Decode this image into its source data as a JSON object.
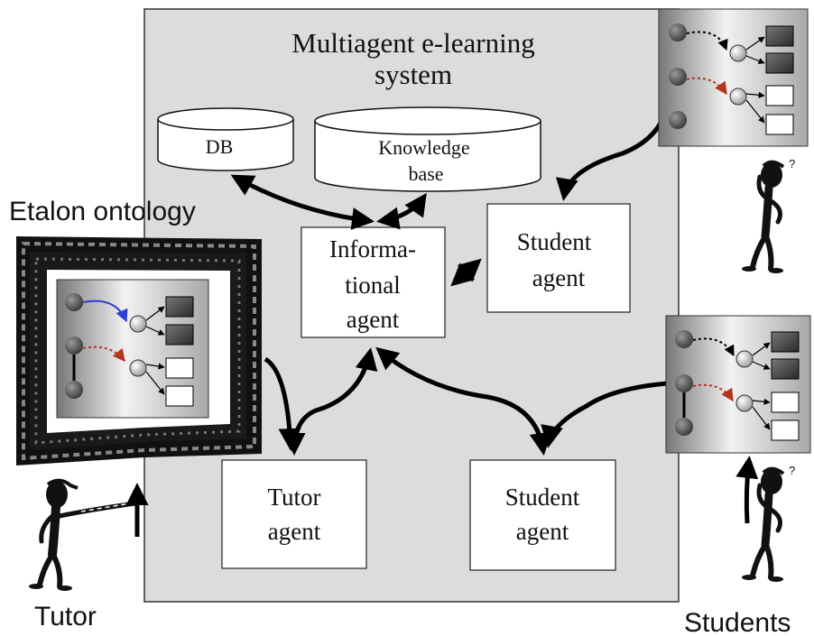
{
  "system": {
    "title_line1": "Multiagent e-learning",
    "title_line2": "system",
    "fill_color": "#dcdcdc"
  },
  "stores": {
    "db_label": "DB",
    "kb_line1": "Knowledge",
    "kb_line2": "base"
  },
  "agents": {
    "informational_lines": [
      "Informa-",
      "tional",
      "agent"
    ],
    "student_top_lines": [
      "Student",
      "agent"
    ],
    "tutor_lines": [
      "Tutor",
      "agent"
    ],
    "student_bottom_lines": [
      "Student",
      "agent"
    ]
  },
  "labels": {
    "etalon": "Etalon ontology",
    "tutor": "Tutor",
    "students": "Students"
  },
  "colors": {
    "blue_arrow": "#2f3fd0",
    "red_arrow": "#b5351f",
    "dark_node": "#555555",
    "light_node": "#cfcfcf",
    "panel_bg": "#8c8c8c"
  }
}
